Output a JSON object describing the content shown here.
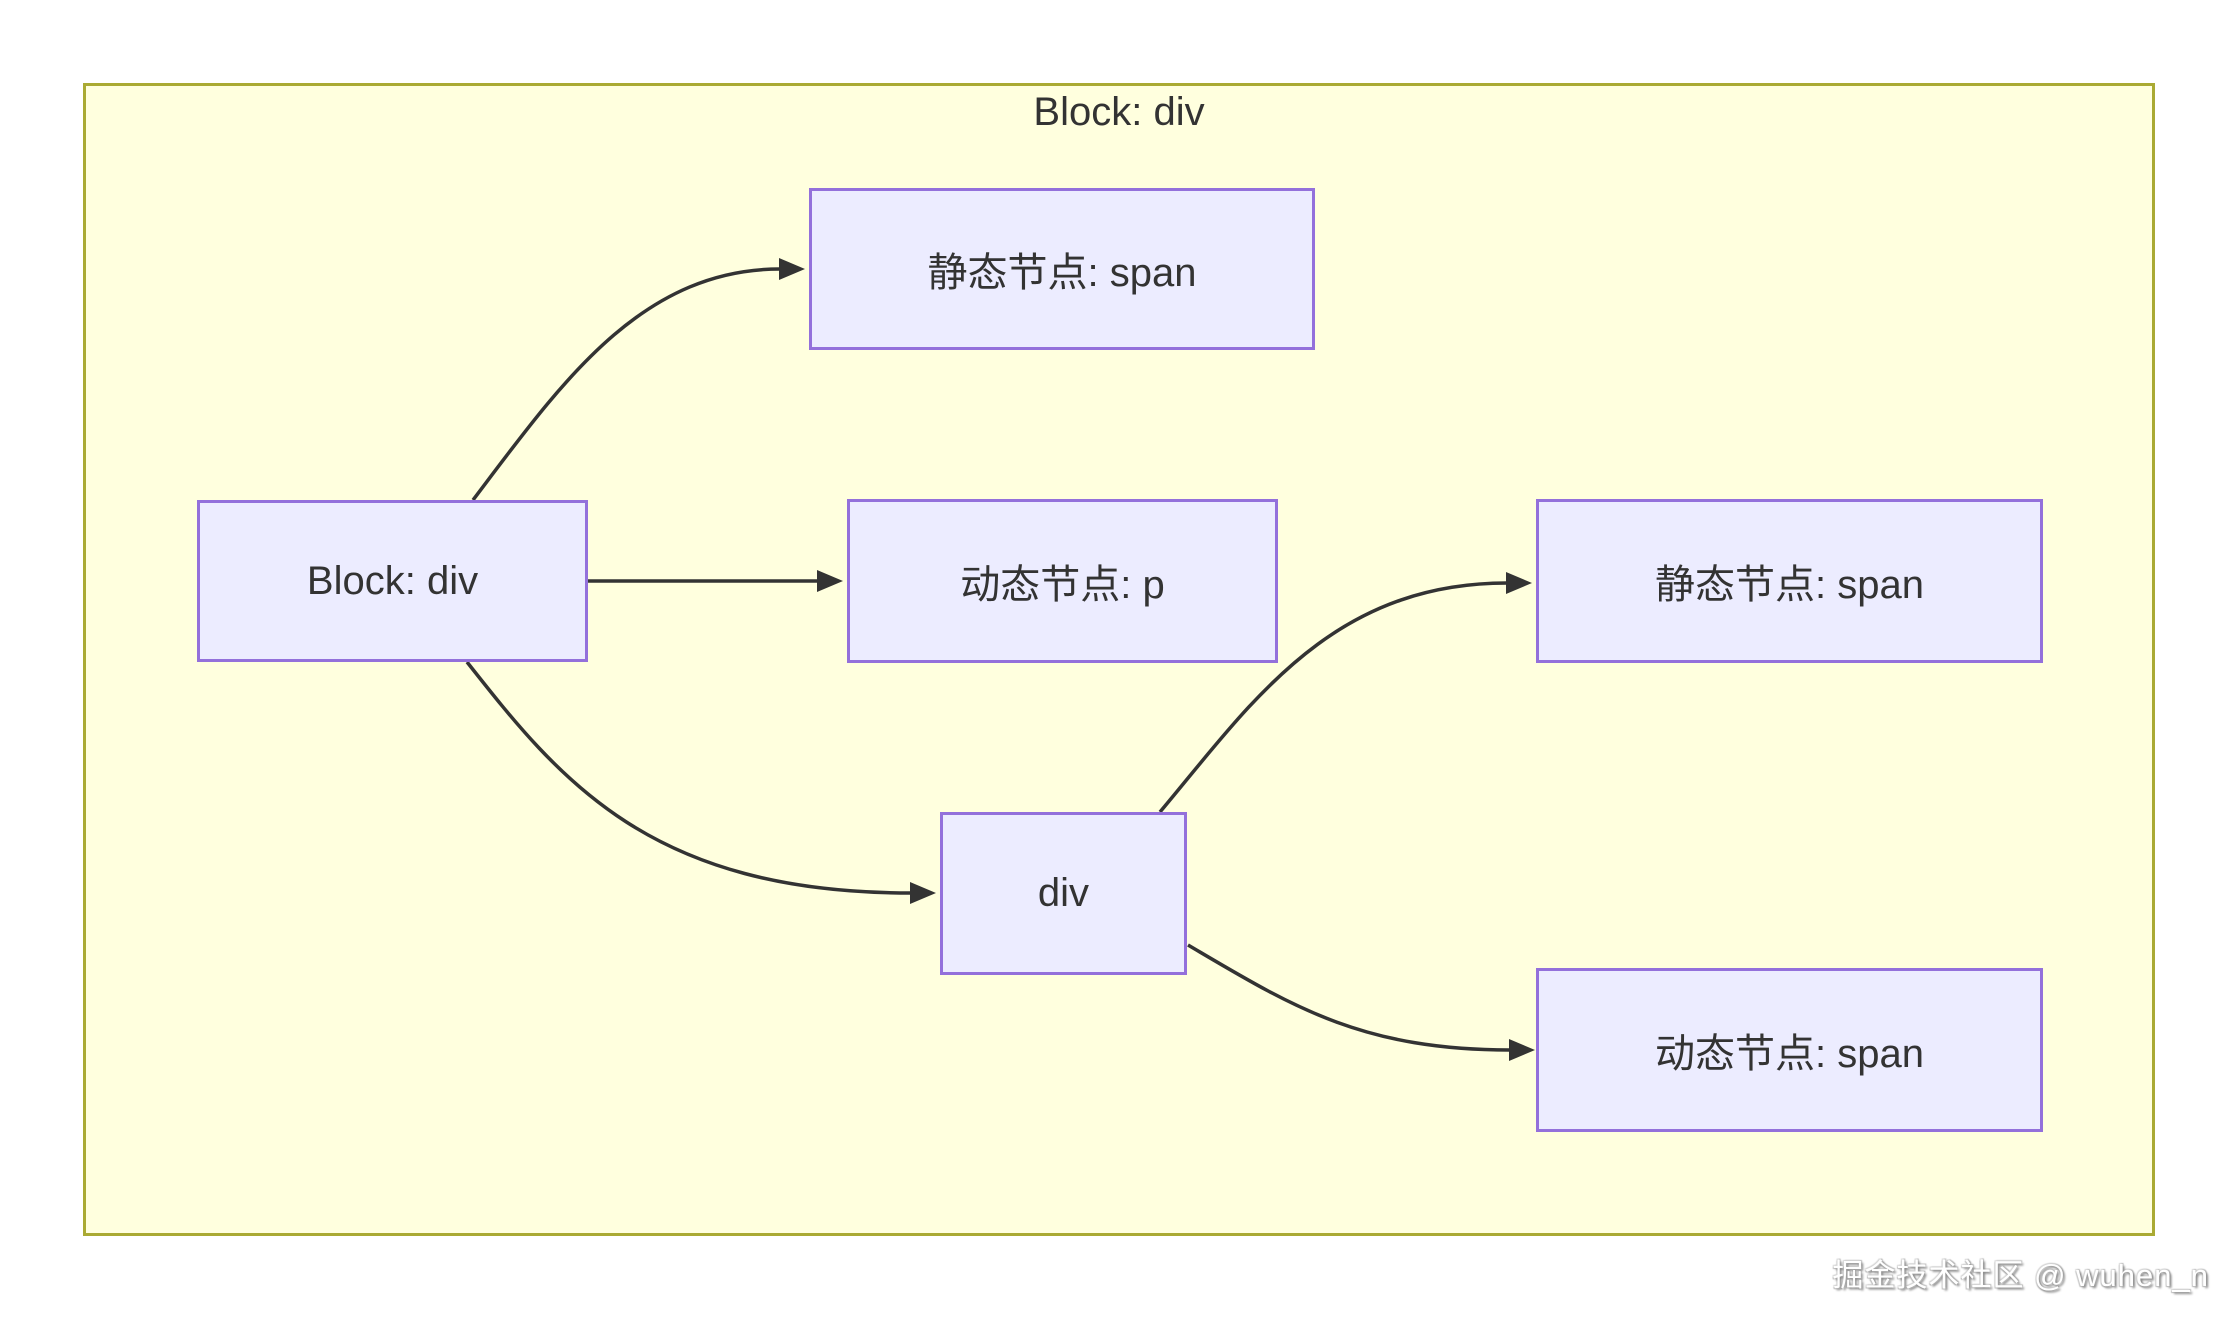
{
  "diagram": {
    "cluster": {
      "title": "Block: div"
    },
    "nodes": {
      "root": {
        "label": "Block: div"
      },
      "static_top": {
        "label": "静态节点: span"
      },
      "dynamic_p": {
        "label": "动态节点: p"
      },
      "child_div": {
        "label": "div"
      },
      "static_right": {
        "label": "静态节点: span"
      },
      "dynamic_span": {
        "label": "动态节点: span"
      }
    },
    "edges": [
      {
        "from": "Block: div",
        "to": "静态节点: span"
      },
      {
        "from": "Block: div",
        "to": "动态节点: p"
      },
      {
        "from": "Block: div",
        "to": "div"
      },
      {
        "from": "div",
        "to": "静态节点: span"
      },
      {
        "from": "div",
        "to": "动态节点: span"
      }
    ],
    "colors": {
      "node_fill": "#ececff",
      "node_border": "#9370db",
      "cluster_fill": "#ffffde",
      "cluster_border": "#aaaa33",
      "edge": "#333333",
      "text": "#333333"
    }
  },
  "watermark": {
    "text": "掘金技术社区 @ wuhen_n"
  }
}
